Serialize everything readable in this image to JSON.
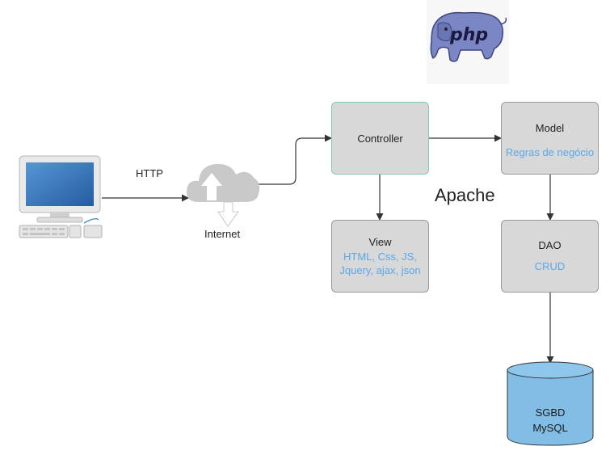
{
  "labels": {
    "http": "HTTP",
    "internet": "Internet",
    "apache": "Apache",
    "php_logo": "php"
  },
  "nodes": {
    "controller": {
      "title": "Controller"
    },
    "model": {
      "title": "Model",
      "sub": "Regras de negócio"
    },
    "view": {
      "title": "View",
      "sub1": "HTML, Css, JS,",
      "sub2": "Jquery, ajax, json"
    },
    "dao": {
      "title": "DAO",
      "sub": "CRUD"
    },
    "database": {
      "line1": "SGBD",
      "line2": "MySQL"
    }
  },
  "icons": [
    "computer-icon",
    "cloud-icon",
    "php-elephant-logo",
    "database-cylinder"
  ],
  "colors": {
    "box_fill": "#d8d8d8",
    "accent_text": "#5aa8e8",
    "db_fill": "#82bde6",
    "controller_border": "#7fc9b6"
  }
}
